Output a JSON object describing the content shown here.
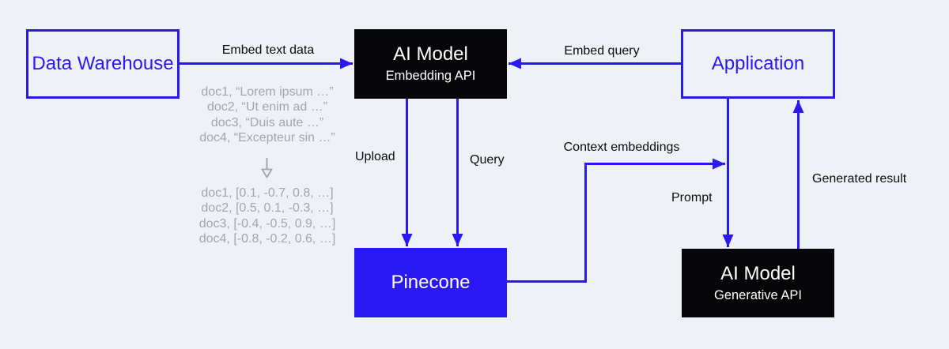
{
  "colors": {
    "background": "#eef2f7",
    "accent_blue": "#2a18f2",
    "node_black": "#060608",
    "muted_gray": "#a4a4aa",
    "label_text": "#0b0b10"
  },
  "nodes": {
    "data_warehouse": {
      "label": "Data Warehouse"
    },
    "embedding_model": {
      "title": "AI Model",
      "subtitle": "Embedding API"
    },
    "application": {
      "label": "Application"
    },
    "pinecone": {
      "label": "Pinecone"
    },
    "generative_model": {
      "title": "AI Model",
      "subtitle": "Generative API"
    }
  },
  "edges": {
    "embed_text_data": "Embed text data",
    "embed_query": "Embed query",
    "upload": "Upload",
    "query": "Query",
    "context_embeddings": "Context embeddings",
    "prompt": "Prompt",
    "generated_result": "Generated result"
  },
  "doc_text_lines": [
    "doc1, “Lorem ipsum …”",
    "doc2, “Ut enim ad …”",
    "doc3, “Duis aute …”",
    "doc4, “Excepteur sin …”"
  ],
  "doc_vector_lines": [
    "doc1, [0.1, -0.7, 0.8, …]",
    "doc2, [0.5, 0.1, -0.3, …]",
    "doc3, [-0.4, -0.5, 0.9, …]",
    "doc4, [-0.8, -0.2, 0.6, …]"
  ]
}
